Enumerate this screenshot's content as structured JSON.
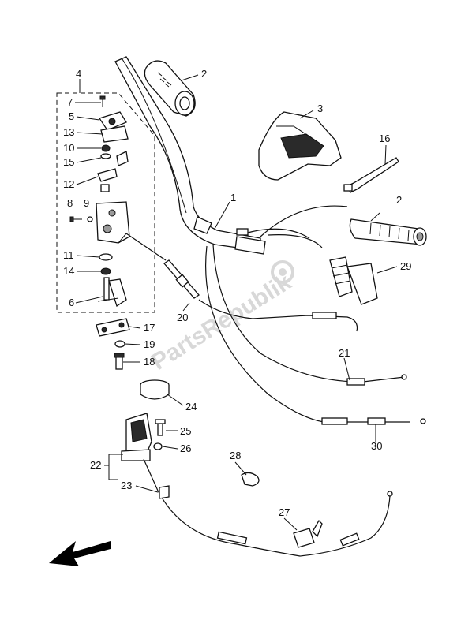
{
  "watermark": "PartsRepublik",
  "callouts": [
    "1",
    "2",
    "2",
    "3",
    "4",
    "5",
    "6",
    "7",
    "8",
    "9",
    "10",
    "11",
    "12",
    "13",
    "14",
    "15",
    "16",
    "17",
    "18",
    "19",
    "20",
    "21",
    "22",
    "23",
    "24",
    "25",
    "26",
    "27",
    "28",
    "29",
    "30"
  ],
  "direction_arrow": "front-arrow-icon"
}
